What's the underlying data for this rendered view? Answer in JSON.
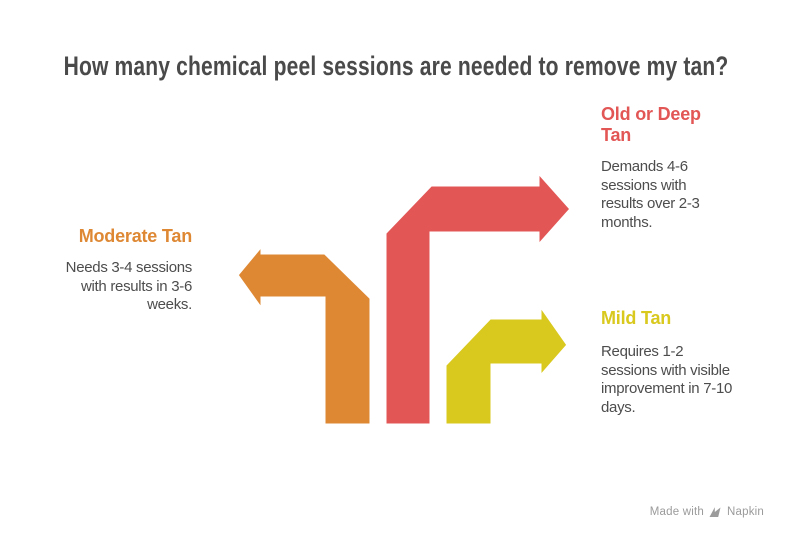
{
  "title": "How many chemical peel sessions are needed to remove my tan?",
  "colors": {
    "background": "#ffffff",
    "title_text": "#4a4a4a",
    "body_text": "#4d4d4d",
    "arrow_outline": "#ffffff",
    "watermark_text": "#9b9b9b"
  },
  "sections": {
    "moderate": {
      "label": "Moderate Tan",
      "description": "Needs 3-4 sessions\nwith results in 3-6\nweeks.",
      "color": "#de8834",
      "arrow_direction": "left"
    },
    "old_deep": {
      "label": "Old or Deep\nTan",
      "description": "Demands 4-6\nsessions with\nresults over 2-3\nmonths.",
      "color": "#e25756",
      "arrow_direction": "right"
    },
    "mild": {
      "label": "Mild Tan",
      "description": "Requires 1-2\nsessions with visible\nimprovement in 7-10\ndays.",
      "color": "#d9c81d",
      "arrow_direction": "right"
    }
  },
  "watermark": {
    "prefix": "Made with",
    "brand": "Napkin"
  }
}
